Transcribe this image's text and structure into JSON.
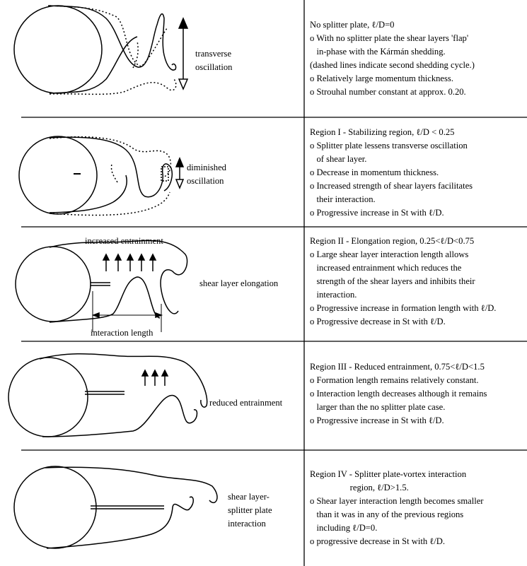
{
  "rows": [
    {
      "text": [
        "No splitter plate, ℓ/D=0",
        "o With no splitter plate the shear layers 'flap'",
        "   in-phase with the Kármán shedding.",
        "(dashed lines indicate second shedding cycle.)",
        "o Relatively large momentum thickness.",
        "o Strouhal number constant at approx. 0.20."
      ],
      "labels": [
        "transverse",
        "oscillation"
      ]
    },
    {
      "text": [
        "Region I - Stabilizing region, ℓ/D < 0.25",
        "o Splitter plate lessens transverse oscillation",
        "   of shear layer.",
        "o Decrease in momentum thickness.",
        "o Increased strength of shear layers facilitates",
        "   their interaction.",
        "o Progressive increase in St with ℓ/D."
      ],
      "labels": [
        "diminished",
        "oscillation"
      ]
    },
    {
      "text": [
        "Region II - Elongation region, 0.25<ℓ/D<0.75",
        "o Large shear layer interaction length allows",
        "   increased entrainment which reduces the",
        "   strength of the shear layers and inhibits their",
        "   interaction.",
        "o Progressive increase in formation length with ℓ/D.",
        "o Progressive decrease in St with ℓ/D."
      ],
      "labels": [
        "increased entrainment",
        "shear layer elongation",
        "interaction length"
      ]
    },
    {
      "text": [
        "Region III - Reduced entrainment, 0.75<ℓ/D<1.5",
        "o Formation length remains relatively constant.",
        "o Interaction length decreases although it remains",
        "   larger than the no splitter plate case.",
        "o Progressive increase in St with ℓ/D."
      ],
      "labels": [
        "reduced entrainment"
      ]
    },
    {
      "text": [
        "Region IV - Splitter plate-vortex interaction",
        "                  region, ℓ/D>1.5.",
        "o Shear layer interaction length becomes smaller",
        "   than it was in any of the previous regions",
        "   including ℓ/D=0.",
        "o progressive decrease in St with ℓ/D."
      ],
      "labels": [
        "shear layer-",
        "splitter plate",
        "interaction"
      ]
    }
  ]
}
